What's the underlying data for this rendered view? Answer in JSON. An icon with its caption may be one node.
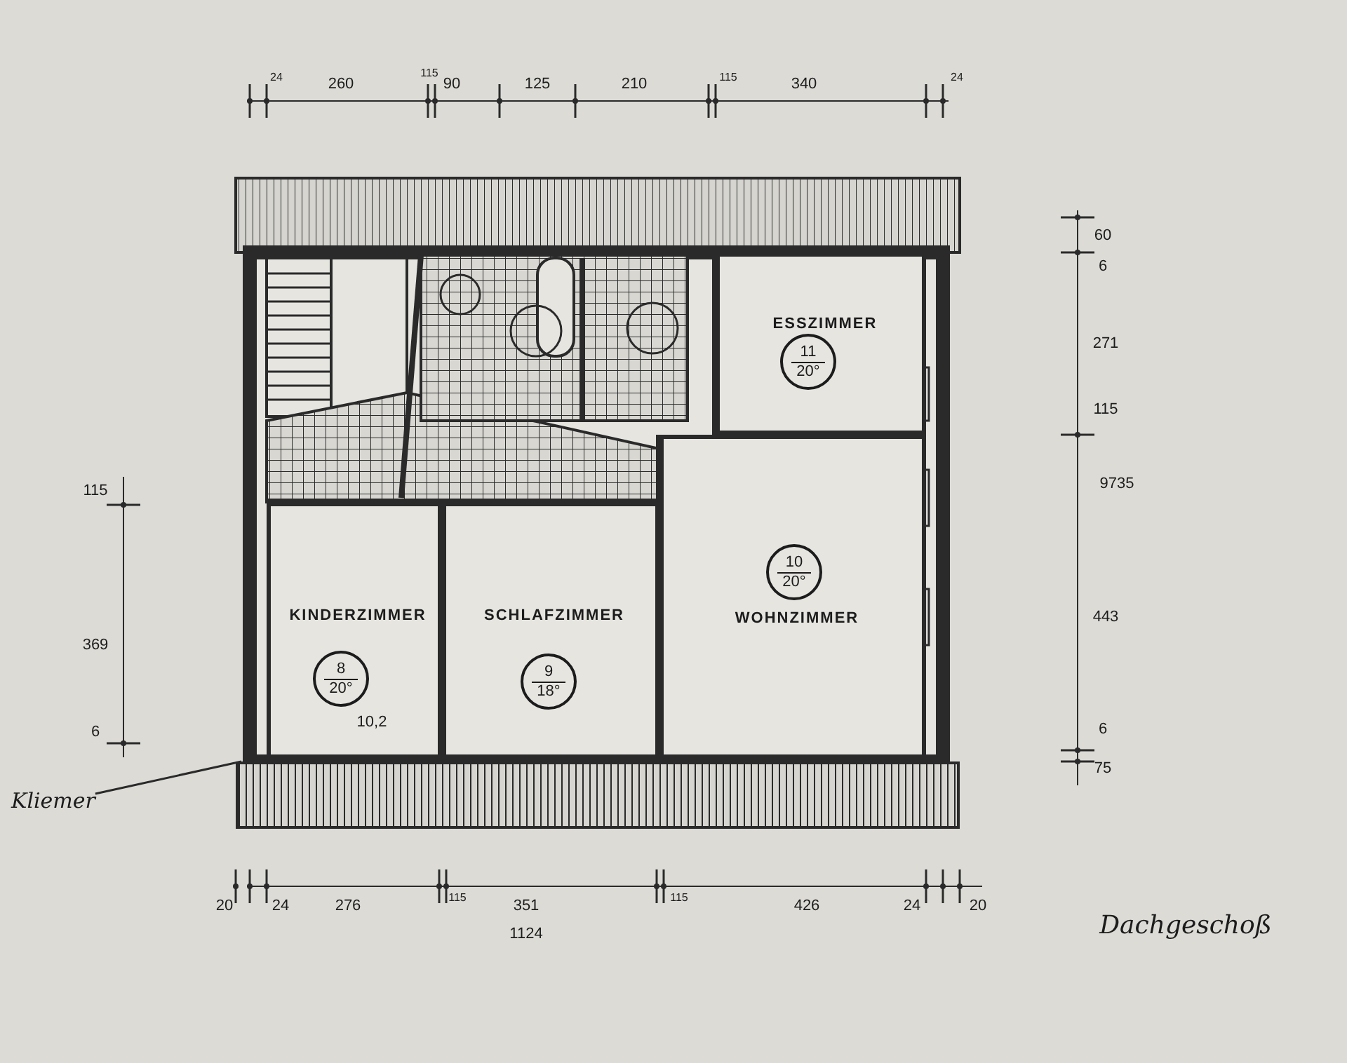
{
  "diagram": {
    "caption": "Dachgeschoß",
    "nodes": [
      {
        "text": [
          "ESSZIMMER"
        ]
      },
      {
        "text": [
          "11",
          "20°"
        ],
        "in": 0
      },
      {
        "text": [
          "KINDERZIMMER"
        ]
      },
      {
        "text": [
          "8",
          "20°"
        ],
        "in": 2
      },
      {
        "text": [
          "SCHLAFZIMMER"
        ]
      },
      {
        "text": [
          "9",
          "18°"
        ],
        "in": 4
      },
      {
        "text": [
          "WOHNZIMMER"
        ]
      },
      {
        "text": [
          "10",
          "20°"
        ],
        "in": 6
      },
      {
        "text": [
          "Kliemer"
        ]
      },
      {
        "text": [],
        "shape": "box"
      }
    ],
    "edges": [
      {
        "from": 8,
        "to": 9,
        "arrow": "none"
      }
    ],
    "labels": [
      "24",
      "260",
      "115",
      "90",
      "125",
      "210",
      "115",
      "340",
      "24",
      "60",
      "6",
      "271",
      "115",
      "9735",
      "443",
      "6",
      "75",
      "115",
      "369",
      "6",
      "10,2",
      "20",
      "24",
      "276",
      "115",
      "351",
      "115",
      "426",
      "24",
      "20",
      "1124"
    ]
  }
}
